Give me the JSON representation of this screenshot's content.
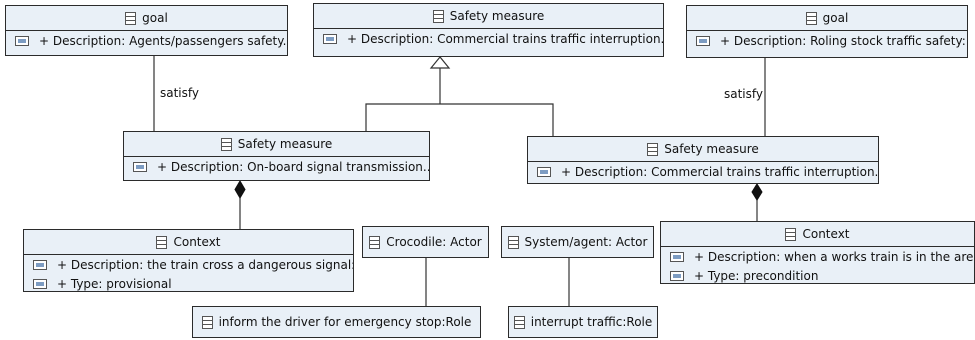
{
  "boxes": {
    "goal_left": {
      "title": "goal",
      "rows": [
        "+ Description: Agents/passengers safety..."
      ]
    },
    "safety_top": {
      "title": "Safety measure",
      "rows": [
        "+ Description: Commercial trains traffic interruption..."
      ]
    },
    "goal_right": {
      "title": "goal",
      "rows": [
        "+ Description: Roling stock traffic safety:..."
      ]
    },
    "safety_left": {
      "title": "Safety measure",
      "rows": [
        "+ Description: On-board signal transmission..."
      ]
    },
    "safety_right": {
      "title": "Safety measure",
      "rows": [
        "+ Description: Commercial trains traffic interruption..."
      ]
    },
    "context_left": {
      "title": "Context",
      "rows": [
        "+ Description: the train cross a dangerous signal:...",
        "+ Type: provisional"
      ]
    },
    "crocodile": {
      "title": "Crocodile: Actor",
      "rows": []
    },
    "system_agent": {
      "title": "System/agent: Actor",
      "rows": []
    },
    "context_right": {
      "title": "Context",
      "rows": [
        "+ Description: when a works train is in the area...",
        "+ Type: precondition"
      ]
    },
    "role_inform": {
      "title": "inform the driver for emergency stop:Role",
      "rows": []
    },
    "role_interrupt": {
      "title": "interrupt traffic:Role",
      "rows": []
    }
  },
  "relations": {
    "satisfy_left": "satisfy",
    "satisfy_right": "satisfy"
  },
  "icons": {
    "class": "class-icon",
    "property": "property-icon",
    "generalization": "hollow-triangle-arrow",
    "composition": "filled-diamond"
  },
  "colors": {
    "box_fill": "#e9f0f7",
    "border": "#2b2b2b"
  }
}
